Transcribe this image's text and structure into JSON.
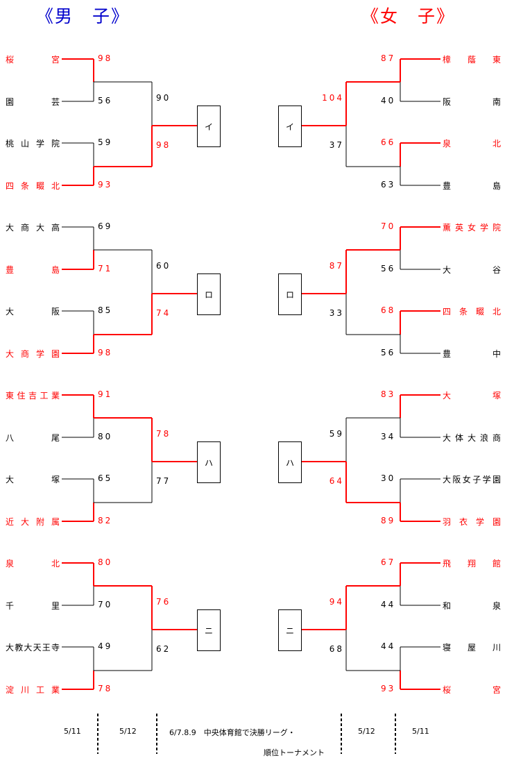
{
  "titles": {
    "boys": "《男　子》",
    "girls": "《女　子》"
  },
  "boys": [
    {
      "box": "イ",
      "teams": [
        {
          "name": "桜　　　宮",
          "score": "98",
          "win": true
        },
        {
          "name": "園　　　芸",
          "score": "56",
          "win": false
        },
        {
          "name": "桃 山 学 院",
          "score": "59",
          "win": false
        },
        {
          "name": "四 条 畷 北",
          "score": "93",
          "win": true
        }
      ],
      "final": [
        {
          "score": "90",
          "win": false
        },
        {
          "score": "98",
          "win": true
        }
      ]
    },
    {
      "box": "ロ",
      "teams": [
        {
          "name": "大 商 大 高",
          "score": "69",
          "win": false
        },
        {
          "name": "豊　　　島",
          "score": "71",
          "win": true
        },
        {
          "name": "大　　　阪",
          "score": "85",
          "win": false
        },
        {
          "name": "大 商 学 園",
          "score": "98",
          "win": true
        }
      ],
      "final": [
        {
          "score": "60",
          "win": false
        },
        {
          "score": "74",
          "win": true
        }
      ]
    },
    {
      "box": "ハ",
      "teams": [
        {
          "name": "東住吉工業",
          "score": "91",
          "win": true
        },
        {
          "name": "八　　　尾",
          "score": "80",
          "win": false
        },
        {
          "name": "大　　　塚",
          "score": "65",
          "win": false
        },
        {
          "name": "近 大 附 属",
          "score": "82",
          "win": true
        }
      ],
      "final": [
        {
          "score": "78",
          "win": true
        },
        {
          "score": "77",
          "win": false
        }
      ]
    },
    {
      "box": "ニ",
      "teams": [
        {
          "name": "泉　　　北",
          "score": "80",
          "win": true
        },
        {
          "name": "千　　　里",
          "score": "70",
          "win": false
        },
        {
          "name": "大教大天王寺",
          "score": "49",
          "win": false
        },
        {
          "name": "淀 川 工 業",
          "score": "78",
          "win": true
        }
      ],
      "final": [
        {
          "score": "76",
          "win": true
        },
        {
          "score": "62",
          "win": false
        }
      ]
    }
  ],
  "girls": [
    {
      "box": "イ",
      "teams": [
        {
          "name": "樟　蔭　東",
          "score": "87",
          "win": true
        },
        {
          "name": "阪　　　南",
          "score": "40",
          "win": false
        },
        {
          "name": "泉　　　北",
          "score": "66",
          "win": true
        },
        {
          "name": "豊　　　島",
          "score": "63",
          "win": false
        }
      ],
      "final": [
        {
          "score": "104",
          "win": true
        },
        {
          "score": "37",
          "win": false
        }
      ]
    },
    {
      "box": "ロ",
      "teams": [
        {
          "name": "薫英女学院",
          "score": "70",
          "win": true
        },
        {
          "name": "大　　　谷",
          "score": "56",
          "win": false
        },
        {
          "name": "四 条 畷 北",
          "score": "68",
          "win": true
        },
        {
          "name": "豊　　　中",
          "score": "56",
          "win": false
        }
      ],
      "final": [
        {
          "score": "87",
          "win": true
        },
        {
          "score": "33",
          "win": false
        }
      ]
    },
    {
      "box": "ハ",
      "teams": [
        {
          "name": "大　　　塚",
          "score": "83",
          "win": true
        },
        {
          "name": "大体大浪商",
          "score": "34",
          "win": false
        },
        {
          "name": "大阪女子学園",
          "score": "30",
          "win": false
        },
        {
          "name": "羽 衣 学 園",
          "score": "89",
          "win": true
        }
      ],
      "final": [
        {
          "score": "59",
          "win": false
        },
        {
          "score": "64",
          "win": true
        }
      ]
    },
    {
      "box": "ニ",
      "teams": [
        {
          "name": "飛　翔　館",
          "score": "67",
          "win": true
        },
        {
          "name": "和　　　泉",
          "score": "44",
          "win": false
        },
        {
          "name": "寝　屋　川",
          "score": "44",
          "win": false
        },
        {
          "name": "桜　　　宮",
          "score": "93",
          "win": true
        }
      ],
      "final": [
        {
          "score": "94",
          "win": true
        },
        {
          "score": "68",
          "win": false
        }
      ]
    }
  ],
  "footer": {
    "d1": "5/11",
    "d2": "5/12",
    "center1": "6/7.8.9　中央体育館で決勝リーグ・",
    "center2": "順位トーナメント",
    "d3": "5/12",
    "d4": "5/11"
  },
  "colors": {
    "win": "#ff0000",
    "line": "#000000",
    "boys_title": "#0000cc",
    "girls_title": "#ff0000"
  }
}
